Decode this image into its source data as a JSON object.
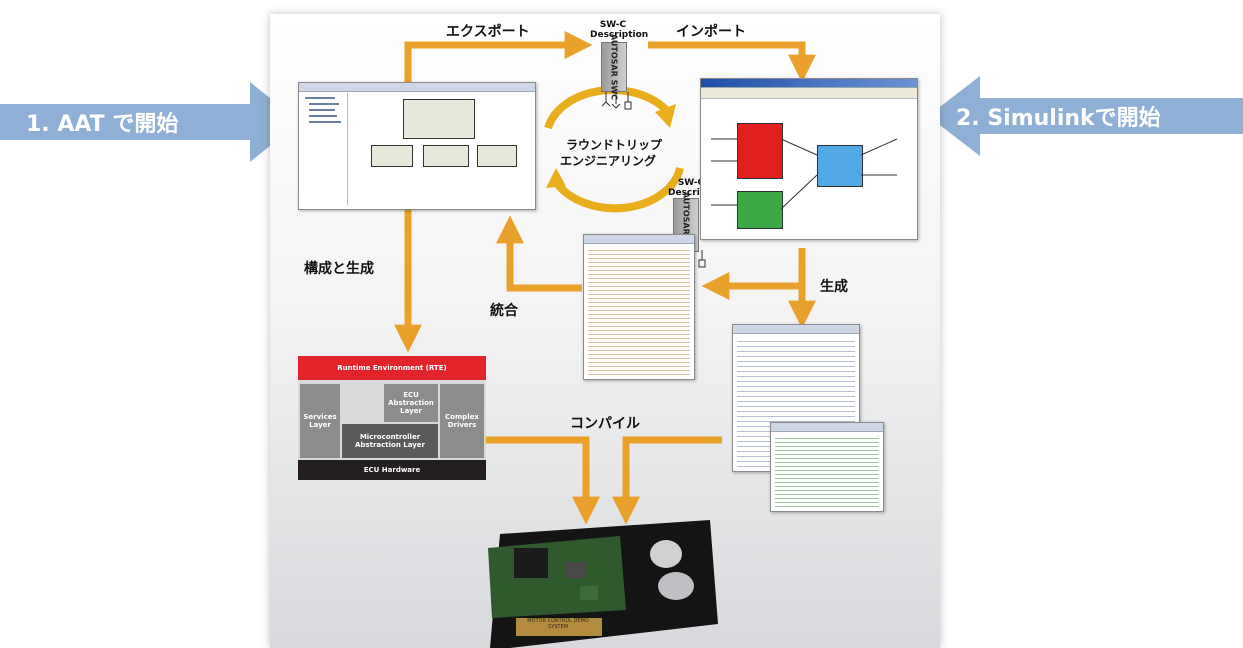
{
  "left_callout": "1. AAT で開始",
  "right_callout": "2. Simulinkで開始",
  "arrow_labels": {
    "export": "エクスポート",
    "import": "インポート",
    "configure_generate": "構成と生成",
    "integrate": "統合",
    "generate": "生成",
    "compile": "コンパイル"
  },
  "roundtrip": {
    "line1": "ラウンドトリップ",
    "line2": "エンジニアリング"
  },
  "swc_top": {
    "desc": "SW-C Description",
    "box": "AUTOSAR SWC"
  },
  "swc_mid": {
    "desc": "SW-C Description",
    "box": "AUTOSAR SWC"
  },
  "runtime": {
    "rte": "Runtime Environment (RTE)",
    "services": "Services Layer",
    "ecu_abstraction": "ECU Abstraction Layer",
    "mcal": "Microcontroller Abstraction Layer",
    "complex": "Complex Drivers",
    "hardware": "ECU Hardware"
  },
  "board_plate": "MOTOR CONTROL DEMO SYSTEM",
  "colors": {
    "callout_blue": "#8fb0d6",
    "flow_orange": "#eaa12b",
    "rte_red": "#e0242a",
    "hardware_dark": "#231f20",
    "layer_gray": "#8c8c8c"
  }
}
